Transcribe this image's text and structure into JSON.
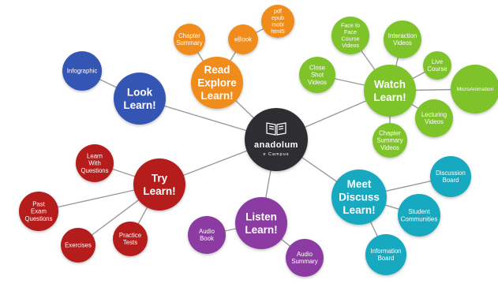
{
  "colors": {
    "center": "#2f2f33",
    "blue": "#3454b4",
    "orange": "#f08c1a",
    "green": "#7ec32a",
    "red": "#b51c1c",
    "purple": "#8c3aa3",
    "teal": "#17a9bf",
    "line": "#9a9a9a"
  },
  "center": {
    "brand": "anadolum",
    "sub": "e Campus",
    "icon": "open-book-icon"
  },
  "nodes": [
    {
      "id": "look-learn",
      "lines": [
        "Look",
        "Learn!"
      ],
      "color": "blue",
      "kind": "hub"
    },
    {
      "id": "infographic",
      "lines": [
        "Infographic"
      ],
      "color": "blue",
      "kind": "leaf"
    },
    {
      "id": "read-explore-learn",
      "lines": [
        "Read",
        "Explore",
        "Learn!"
      ],
      "color": "orange",
      "kind": "hub"
    },
    {
      "id": "chapter-summary",
      "lines": [
        "Chapter",
        "Summary"
      ],
      "color": "orange",
      "kind": "leaf"
    },
    {
      "id": "ebook",
      "lines": [
        "eBook"
      ],
      "color": "orange",
      "kind": "leaf"
    },
    {
      "id": "formats",
      "lines": [
        "pdf",
        "epub",
        "mobi",
        "html5"
      ],
      "color": "orange",
      "kind": "leaf"
    },
    {
      "id": "watch-learn",
      "lines": [
        "Watch",
        "Learn!"
      ],
      "color": "green",
      "kind": "hub"
    },
    {
      "id": "face-to-face-course-videos",
      "lines": [
        "Face to",
        "Face",
        "Course",
        "Videos"
      ],
      "color": "green",
      "kind": "leaf"
    },
    {
      "id": "interaction-videos",
      "lines": [
        "Interaction",
        "Videos"
      ],
      "color": "green",
      "kind": "leaf"
    },
    {
      "id": "close-shot-videos",
      "lines": [
        "Close",
        "Shot",
        "Videos"
      ],
      "color": "green",
      "kind": "leaf"
    },
    {
      "id": "live-course",
      "lines": [
        "Live",
        "Course"
      ],
      "color": "green",
      "kind": "leaf"
    },
    {
      "id": "microanimation",
      "lines": [
        "MicroAnimation"
      ],
      "color": "green",
      "kind": "leaf"
    },
    {
      "id": "lecturing-videos",
      "lines": [
        "Lecturing",
        "Videos"
      ],
      "color": "green",
      "kind": "leaf"
    },
    {
      "id": "chapter-summary-videos",
      "lines": [
        "Chapter",
        "Summary",
        "Videos"
      ],
      "color": "green",
      "kind": "leaf"
    },
    {
      "id": "try-learn",
      "lines": [
        "Try",
        "Learn!"
      ],
      "color": "red",
      "kind": "hub"
    },
    {
      "id": "learn-with-questions",
      "lines": [
        "Learn",
        "With",
        "Questions"
      ],
      "color": "red",
      "kind": "leaf"
    },
    {
      "id": "past-exam-questions",
      "lines": [
        "Past",
        "Exam",
        "Questions"
      ],
      "color": "red",
      "kind": "leaf"
    },
    {
      "id": "exercises",
      "lines": [
        "Exercises"
      ],
      "color": "red",
      "kind": "leaf"
    },
    {
      "id": "practice-tests",
      "lines": [
        "Practice",
        "Tests"
      ],
      "color": "red",
      "kind": "leaf"
    },
    {
      "id": "listen-learn",
      "lines": [
        "Listen",
        "Learn!"
      ],
      "color": "purple",
      "kind": "hub"
    },
    {
      "id": "audio-book",
      "lines": [
        "Audio",
        "Book"
      ],
      "color": "purple",
      "kind": "leaf"
    },
    {
      "id": "audio-summary",
      "lines": [
        "Audio",
        "Summary"
      ],
      "color": "purple",
      "kind": "leaf"
    },
    {
      "id": "meet-discuss-learn",
      "lines": [
        "Meet",
        "Discuss",
        "Learn!"
      ],
      "color": "teal",
      "kind": "hub"
    },
    {
      "id": "discussion-board",
      "lines": [
        "Discussion",
        "Board"
      ],
      "color": "teal",
      "kind": "leaf"
    },
    {
      "id": "student-communities",
      "lines": [
        "Student",
        "Communities"
      ],
      "color": "teal",
      "kind": "leaf"
    },
    {
      "id": "information-board",
      "lines": [
        "Information",
        "Board"
      ],
      "color": "teal",
      "kind": "leaf"
    }
  ],
  "edges": [
    [
      "center",
      "look-learn"
    ],
    [
      "center",
      "read-explore-learn"
    ],
    [
      "center",
      "watch-learn"
    ],
    [
      "center",
      "try-learn"
    ],
    [
      "center",
      "listen-learn"
    ],
    [
      "center",
      "meet-discuss-learn"
    ],
    [
      "look-learn",
      "infographic"
    ],
    [
      "read-explore-learn",
      "chapter-summary"
    ],
    [
      "read-explore-learn",
      "ebook"
    ],
    [
      "ebook",
      "formats"
    ],
    [
      "watch-learn",
      "face-to-face-course-videos"
    ],
    [
      "watch-learn",
      "interaction-videos"
    ],
    [
      "watch-learn",
      "close-shot-videos"
    ],
    [
      "watch-learn",
      "live-course"
    ],
    [
      "watch-learn",
      "microanimation"
    ],
    [
      "watch-learn",
      "lecturing-videos"
    ],
    [
      "watch-learn",
      "chapter-summary-videos"
    ],
    [
      "try-learn",
      "learn-with-questions"
    ],
    [
      "try-learn",
      "past-exam-questions"
    ],
    [
      "try-learn",
      "exercises"
    ],
    [
      "try-learn",
      "practice-tests"
    ],
    [
      "listen-learn",
      "audio-book"
    ],
    [
      "listen-learn",
      "audio-summary"
    ],
    [
      "meet-discuss-learn",
      "discussion-board"
    ],
    [
      "meet-discuss-learn",
      "student-communities"
    ],
    [
      "meet-discuss-learn",
      "information-board"
    ]
  ]
}
